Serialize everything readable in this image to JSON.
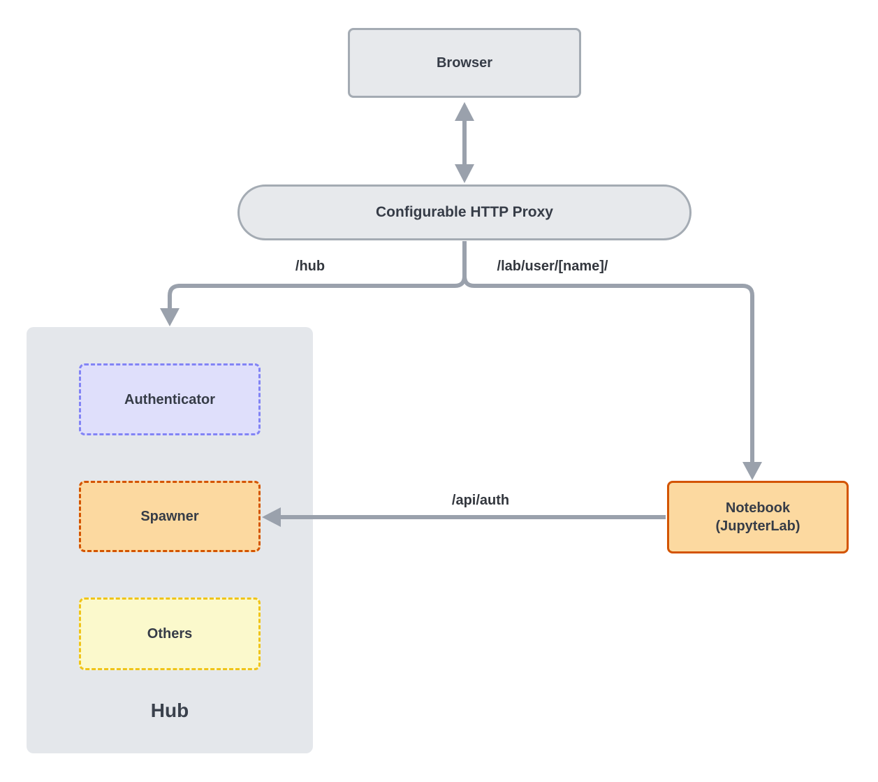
{
  "diagram": {
    "nodes": {
      "browser": {
        "label": "Browser"
      },
      "proxy": {
        "label": "Configurable HTTP Proxy"
      },
      "hub": {
        "label": "Hub"
      },
      "authenticator": {
        "label": "Authenticator"
      },
      "spawner": {
        "label": "Spawner"
      },
      "others": {
        "label": "Others"
      },
      "notebook": {
        "label": "Notebook\n(JupyterLab)"
      }
    },
    "edges": {
      "browser_proxy": {
        "label": "",
        "style": "double-arrow"
      },
      "proxy_hub": {
        "label": "/hub"
      },
      "proxy_notebook": {
        "label": "/lab/user/[name]/"
      },
      "notebook_spawner": {
        "label": "/api/auth"
      }
    },
    "colors": {
      "canvas_background": "#ffffff",
      "gray_node_fill": "#e7e9ec",
      "gray_node_border": "#a4abb3",
      "hub_container_fill": "#e4e7eb",
      "authenticator_fill": "#dfdffb",
      "authenticator_border": "#8284f5",
      "spawner_fill": "#fcd9a0",
      "spawner_border": "#d35400",
      "others_fill": "#fbf9cc",
      "others_border": "#f0c419",
      "notebook_fill": "#fcd9a0",
      "notebook_border": "#d35400",
      "connector": "#9aa1ac",
      "text": "#363c47"
    }
  }
}
